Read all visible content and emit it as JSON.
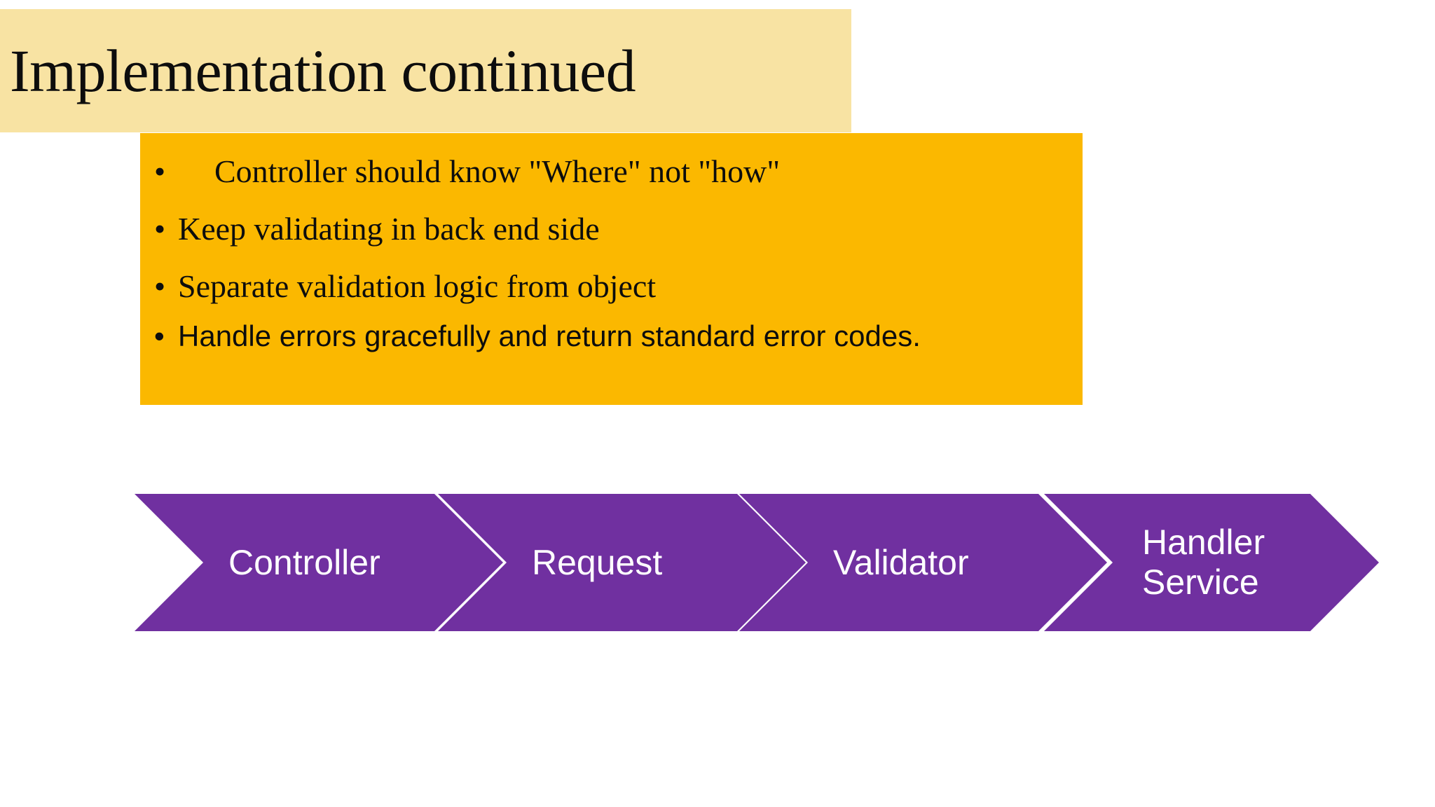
{
  "slide": {
    "background_color": "#ffffff",
    "title": {
      "text": "Implementation continued",
      "band_color": "#F8E3A3",
      "text_color": "#0d0d0d"
    },
    "body": {
      "background_color": "#FBB800",
      "text_color": "#0d0d0d",
      "bullet_marker": "•",
      "bullets": [
        {
          "marker": "•",
          "text": "Controller should know \"Where\" not \"how\"",
          "style": "serif",
          "indented": true
        },
        {
          "marker": "•",
          "text": "Keep validating in back end side",
          "style": "serif",
          "indented": false
        },
        {
          "marker": "•",
          "text": "Separate validation logic from object",
          "style": "serif",
          "indented": false
        },
        {
          "marker": "•",
          "text": "Handle errors gracefully and return standard error codes.",
          "style": "sans",
          "indented": false
        }
      ]
    },
    "process": {
      "shape_color": "#7030A0",
      "label_color": "#ffffff",
      "steps": [
        {
          "label": "Controller"
        },
        {
          "label": "Request"
        },
        {
          "label": "Validator"
        },
        {
          "label": "Handler\nService"
        }
      ]
    }
  }
}
